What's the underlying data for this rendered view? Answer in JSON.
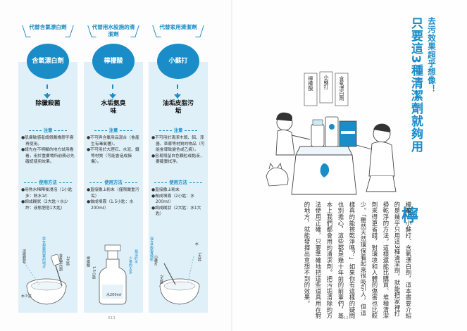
{
  "columns": [
    {
      "tag": "代替含氯漂白劑",
      "badge": "含氧漂白劑",
      "effect": "除黴殺菌",
      "notes_heading": "注意",
      "notes": [
        "●肌膚敏感者請佩戴橡膠手套再使用。",
        "●請先在不明顯的地方試用看看，用於重要場所前務必先確認使用效果。"
      ],
      "usage_heading": "使用方法",
      "usage": [
        "●用熱水稀釋後浸泡（1小匙多：熱水1ℓ）",
        "●調成糊狀（2大匙＋水少許：液態肥皂1大匙）"
      ],
      "illus_labels": [
        "液態肥皂",
        "水少許",
        "2大匙",
        "含氧漂白劑",
        "塗在想要附著的地方"
      ]
    },
    {
      "tag": "代替用水設施的清潔劑",
      "badge": "檸檬酸",
      "effect": "水垢氨臭味",
      "notes_heading": "注意",
      "notes": [
        "●不可與含氯用品混合（會產生有毒氣體）。",
        "●不可用於大理石、水泥、鐵等材質（可能會造成損傷）。"
      ],
      "usage_heading": "使用方法",
      "usage": [
        "●直接撒上粉末（僅限嚴重污垢）",
        "●做成噴霧（1.5小匙：水200mℓ）"
      ],
      "illus_labels": [
        "檸檬酸",
        "1.5小匙",
        "水200mℓ",
        "易溶於水",
        "少量的太多"
      ]
    },
    {
      "tag": "代替家用清潔劑",
      "badge": "小蘇打",
      "effect": "油垢皮脂污垢",
      "notes_heading": "注意",
      "notes": [
        "●不可用於清潔木頭、鋁、漆器、草蓆等材質的物品（可能會導致變色或乙痕）。",
        "●容易殘留白色顆粒或黏液，要確實拭淨。"
      ],
      "usage_heading": "使用方法",
      "usage": [
        "●直接撒上粉末",
        "●做成噴霧（2小匙：水200mℓ）",
        "●調成糊狀（2大匙：水1大匙）"
      ],
      "illus_labels": [
        "小蘇打",
        "2大匙",
        "水",
        "1大匙",
        "混合至緊實綿密"
      ]
    }
  ],
  "title": {
    "sub": "去污效果超乎想像！",
    "main": "只要這3種清潔劑就夠用"
  },
  "bottles": [
    "含氧漂白劑",
    "小蘇打",
    "檸檬酸"
  ],
  "body": {
    "dropcap": "檸",
    "text": "檬酸、小蘇打、含氧漂白劑，這本書要介紹的是幾乎只用這3種清潔劑，就能把家裡打掃乾淨的方法。這樣還能比購買、堆積清潔劑來得更省錢，對環境和人體的傷害也比較少。「雖然天然環保看起來很吸引人，但這樣真的能擦乾淨嗎？」如果你有這樣的疑問也別擔心，這些都是幾十年前的前輩們，基本上我們都會用的清潔劑。把污垢清除的方法使用正確，只要準確地把這些道具用在對的地方，就能發揮出意想不到的效果。"
  },
  "pages": {
    "left": "013",
    "right": "012"
  },
  "colors": {
    "accent": "#1a8cc7",
    "panel": "#dff0f8"
  }
}
